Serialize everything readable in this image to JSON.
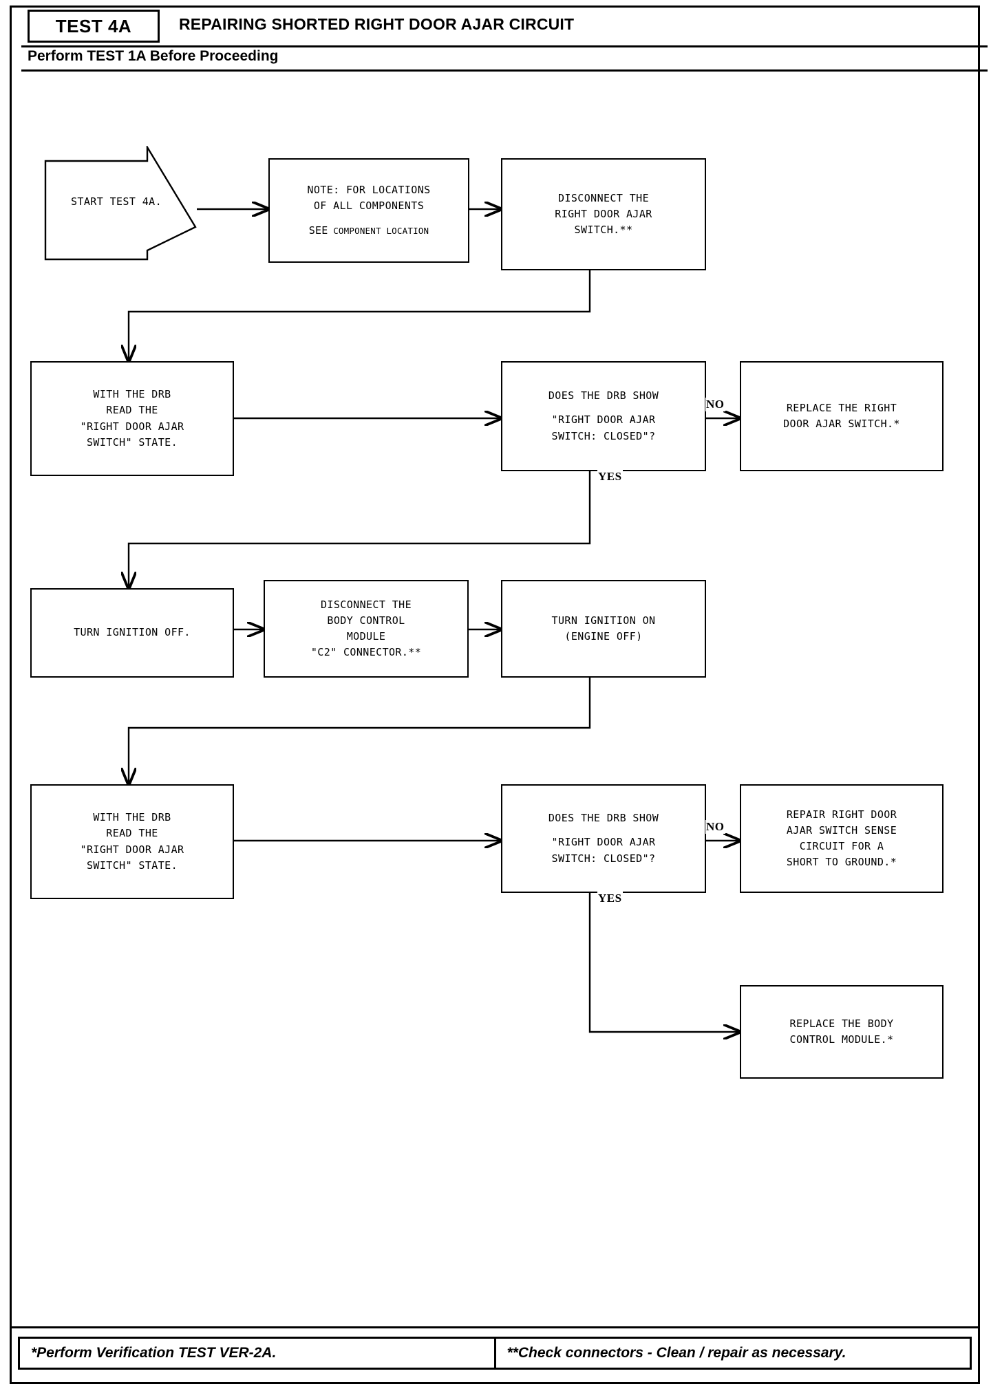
{
  "header": {
    "test_id": "TEST 4A",
    "title": "REPAIRING SHORTED RIGHT DOOR AJAR CIRCUIT",
    "subtitle": "Perform TEST 1A Before Proceeding"
  },
  "nodes": {
    "start": {
      "label": "START TEST 4A."
    },
    "note": {
      "line1": "NOTE: FOR LOCATIONS",
      "line2": "OF ALL COMPONENTS",
      "line3_bold": "SEE",
      "line3_rest": "COMPONENT LOCATION"
    },
    "disconnect_switch": {
      "line1": "DISCONNECT THE",
      "line2": "RIGHT DOOR AJAR",
      "line3": "SWITCH.**"
    },
    "read_state_1": {
      "line1": "WITH THE DRB",
      "line2": "READ THE",
      "line3": "\"RIGHT DOOR AJAR",
      "line4": "SWITCH\" STATE."
    },
    "decision_1": {
      "line1": "DOES THE DRB SHOW",
      "line2": "\"RIGHT DOOR AJAR",
      "line3": "SWITCH: CLOSED\"?"
    },
    "replace_switch": {
      "line1": "REPLACE THE RIGHT",
      "line2": "DOOR AJAR SWITCH.*"
    },
    "ignition_off": {
      "line1": "TURN IGNITION OFF."
    },
    "disconnect_bcm": {
      "line1": "DISCONNECT THE",
      "line2": "BODY CONTROL",
      "line3": "MODULE",
      "line4": "\"C2\" CONNECTOR.**"
    },
    "ignition_on": {
      "line1": "TURN IGNITION ON",
      "line2": "(ENGINE OFF)"
    },
    "read_state_2": {
      "line1": "WITH THE DRB",
      "line2": "READ THE",
      "line3": "\"RIGHT DOOR AJAR",
      "line4": "SWITCH\" STATE."
    },
    "decision_2": {
      "line1": "DOES THE DRB SHOW",
      "line2": "\"RIGHT DOOR AJAR",
      "line3": "SWITCH: CLOSED\"?"
    },
    "repair_short": {
      "line1": "REPAIR RIGHT DOOR",
      "line2": "AJAR SWITCH SENSE",
      "line3": "CIRCUIT FOR A",
      "line4": "SHORT TO GROUND.*"
    },
    "replace_bcm": {
      "line1": "REPLACE THE BODY",
      "line2": "CONTROL MODULE.*"
    }
  },
  "branch_labels": {
    "no_1": "NO",
    "yes_1": "YES",
    "no_2": "NO",
    "yes_2": "YES"
  },
  "footer": {
    "left": "*Perform Verification TEST VER-2A.",
    "right": "**Check connectors - Clean / repair as necessary."
  },
  "colors": {
    "ink": "#000000",
    "paper": "#ffffff"
  }
}
